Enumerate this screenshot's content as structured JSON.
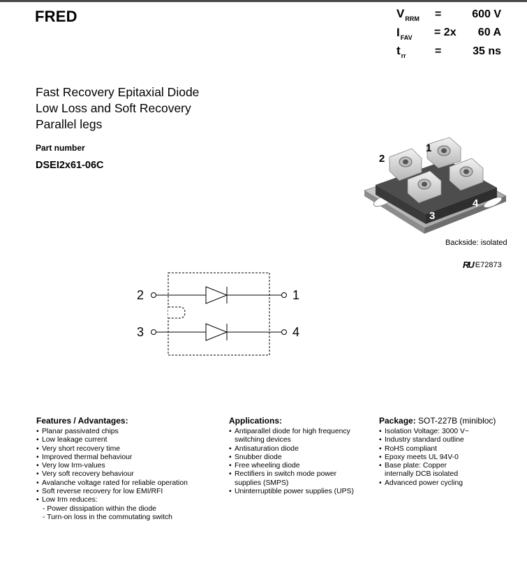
{
  "header": {
    "title": "FRED"
  },
  "specs": [
    {
      "symbol": "V",
      "subscript": "RRM",
      "eq": "=",
      "value": "600 V"
    },
    {
      "symbol": "I",
      "subscript": "FAV",
      "eq": "= 2x",
      "value": "60 A"
    },
    {
      "symbol": "t",
      "subscript": "rr",
      "eq": "=",
      "value": "35 ns"
    }
  ],
  "description": {
    "lines": [
      "Fast Recovery Epitaxial Diode",
      "Low Loss and Soft Recovery",
      "Parallel legs"
    ]
  },
  "part": {
    "label": "Part number",
    "value": "DSEI2x61-06C"
  },
  "package_image": {
    "pins": [
      "1",
      "2",
      "3",
      "4"
    ],
    "backside": "Backside: isolated",
    "ul_logo": "RU",
    "ul_file": "E72873"
  },
  "schematic": {
    "pins": [
      "2",
      "1",
      "3",
      "4"
    ]
  },
  "features": {
    "title": "Features / Advantages:",
    "items": [
      "Planar passivated chips",
      "Low leakage current",
      "Very short recovery time",
      "Improved thermal behaviour",
      "Very low Irm-values",
      "Very soft recovery behaviour",
      "Avalanche voltage rated for reliable operation",
      "Soft reverse recovery for low EMI/RFI",
      "Low Irm reduces:"
    ],
    "subitems": [
      "- Power dissipation within the diode",
      "- Turn-on loss in the commutating switch"
    ]
  },
  "applications": {
    "title": "Applications:",
    "items": [
      [
        "Antiparallel diode for high frequency",
        "switching devices"
      ],
      [
        "Antisaturation diode"
      ],
      [
        "Snubber diode"
      ],
      [
        "Free wheeling diode"
      ],
      [
        "Rectifiers in switch mode power",
        "supplies (SMPS)"
      ],
      [
        "Uninterruptible power supplies (UPS)"
      ]
    ]
  },
  "package": {
    "title": "Package:",
    "name": "SOT-227B (minibloc)",
    "items": [
      [
        "Isolation Voltage: 3000 V~"
      ],
      [
        "Industry standard outline"
      ],
      [
        "RoHS compliant"
      ],
      [
        "Epoxy meets UL 94V-0"
      ],
      [
        "Base plate: Copper",
        "internally DCB isolated"
      ],
      [
        "Advanced power cycling"
      ]
    ]
  }
}
